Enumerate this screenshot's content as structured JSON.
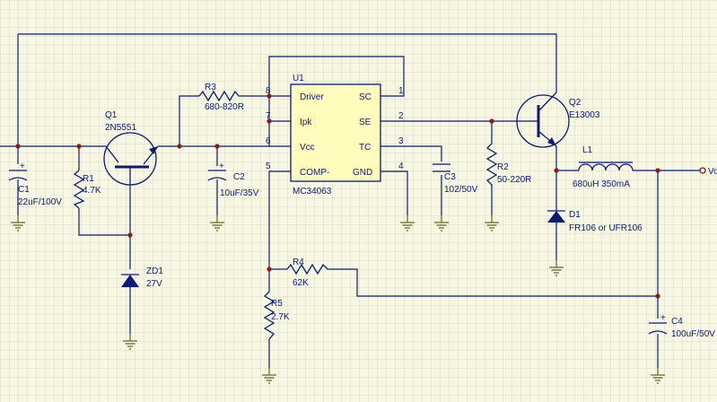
{
  "components": {
    "c1": {
      "ref": "C1",
      "value": "22uF/100V",
      "pol": "+"
    },
    "r1": {
      "ref": "R1",
      "value": "4.7K"
    },
    "q1": {
      "ref": "Q1",
      "value": "2N5551"
    },
    "zd1": {
      "ref": "ZD1",
      "value": "27V"
    },
    "c2": {
      "ref": "C2",
      "value": "10uF/35V",
      "pol": "+"
    },
    "r3": {
      "ref": "R3",
      "value": "680-820R"
    },
    "u1": {
      "ref": "U1",
      "value": "MC34063",
      "left_pins": [
        {
          "num": "8",
          "name": "Driver"
        },
        {
          "num": "7",
          "name": "Ipk"
        },
        {
          "num": "6",
          "name": "Vcc"
        },
        {
          "num": "5",
          "name": "COMP-"
        }
      ],
      "right_pins": [
        {
          "num": "1",
          "name": "SC"
        },
        {
          "num": "2",
          "name": "SE"
        },
        {
          "num": "3",
          "name": "TC"
        },
        {
          "num": "4",
          "name": "GND"
        }
      ]
    },
    "c3": {
      "ref": "C3",
      "value": "102/50V"
    },
    "r2": {
      "ref": "R2",
      "value": "50-220R"
    },
    "q2": {
      "ref": "Q2",
      "value": "E13003"
    },
    "l1": {
      "ref": "L1",
      "value": "680uH 350mA"
    },
    "d1": {
      "ref": "D1",
      "value": "FR106 or UFR106"
    },
    "r4": {
      "ref": "R4",
      "value": "62K"
    },
    "r5": {
      "ref": "R5",
      "value": "2.7K"
    },
    "c4": {
      "ref": "C4",
      "value": "100uF/50V",
      "pol": "+"
    }
  },
  "net_labels": {
    "vout": "Vo"
  },
  "colors": {
    "background": "#f7f7e4",
    "grid": "#d3d3b6",
    "wire": "#0a1a7a",
    "ground": "#6d6d2a",
    "junction": "#8b1a1a"
  }
}
